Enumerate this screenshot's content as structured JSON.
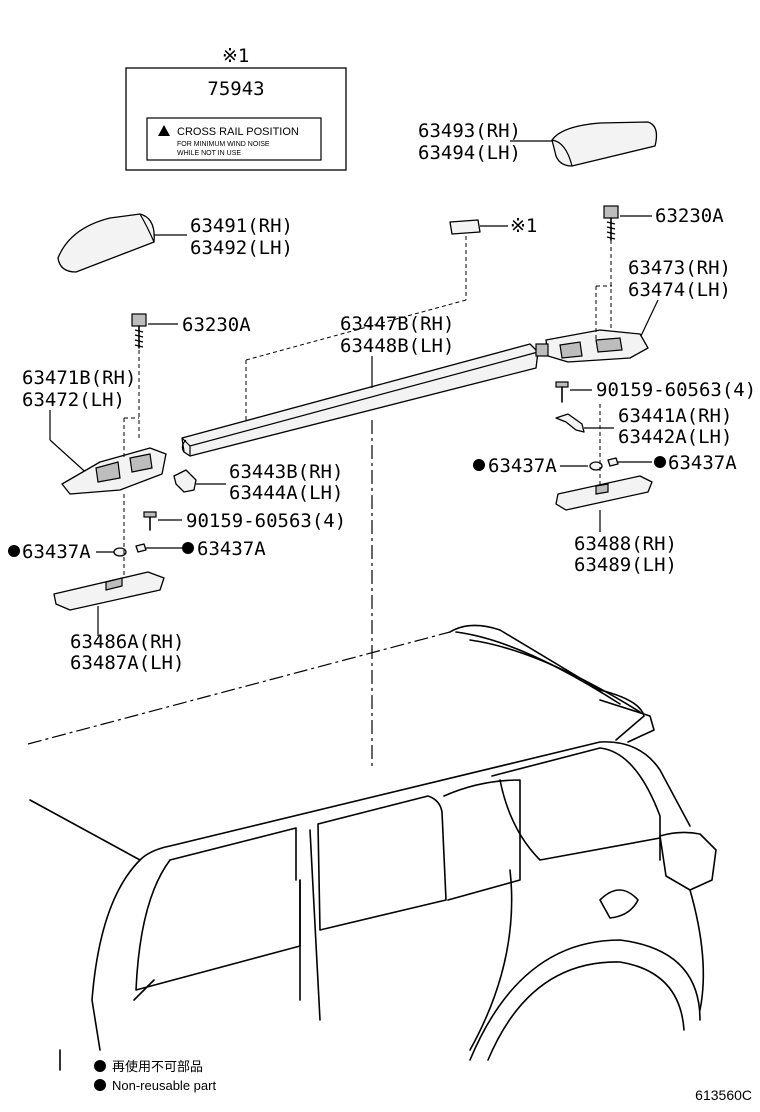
{
  "label_box": {
    "mark": "※1",
    "part_no": "75943",
    "warning_title": "CROSS RAIL POSITION",
    "warning_line2": "FOR MINIMUM WIND NOISE",
    "warning_line3": "WHILE NOT IN USE"
  },
  "label_mark_right": "※1",
  "parts": {
    "p63493": "63493(RH)",
    "p63494": "63494(LH)",
    "p63491": "63491(RH)",
    "p63492": "63492(LH)",
    "p63230_right": "63230A",
    "p63230_left": "63230A",
    "p63473": "63473(RH)",
    "p63474": "63474(LH)",
    "p63447": "63447B(RH)",
    "p63448": "63448B(LH)",
    "p63471": "63471B(RH)",
    "p63472": "63472(LH)",
    "p90159_right": "90159-60563(4)",
    "p90159_left": "90159-60563(4)",
    "p63441": "63441A(RH)",
    "p63442": "63442A(LH)",
    "p63437_right_a": "63437A",
    "p63437_right_b": "63437A",
    "p63443": "63443B(RH)",
    "p63444": "63444A(LH)",
    "p63437_left_a": "63437A",
    "p63437_left_b": "63437A",
    "p63488": "63488(RH)",
    "p63489": "63489(LH)",
    "p63486": "63486A(RH)",
    "p63487": "63487A(LH)"
  },
  "legend": {
    "line_jp": "再使用不可部品",
    "line_en": "Non-reusable part"
  },
  "diagram_code": "613560C"
}
